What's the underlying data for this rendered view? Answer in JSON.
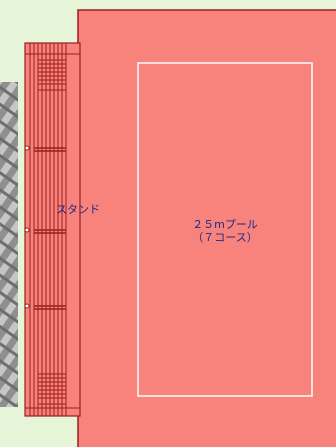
{
  "labels": {
    "stand": "スタンド",
    "pool_line1": "２５mプール",
    "pool_line2": "（７コース）"
  },
  "colors": {
    "page_background": "#e6f4d8",
    "building_fill": "#f7837c",
    "building_stroke": "#9b1c1c",
    "pool_outline": "#ffffff",
    "label_text": "#1a2a8a"
  }
}
